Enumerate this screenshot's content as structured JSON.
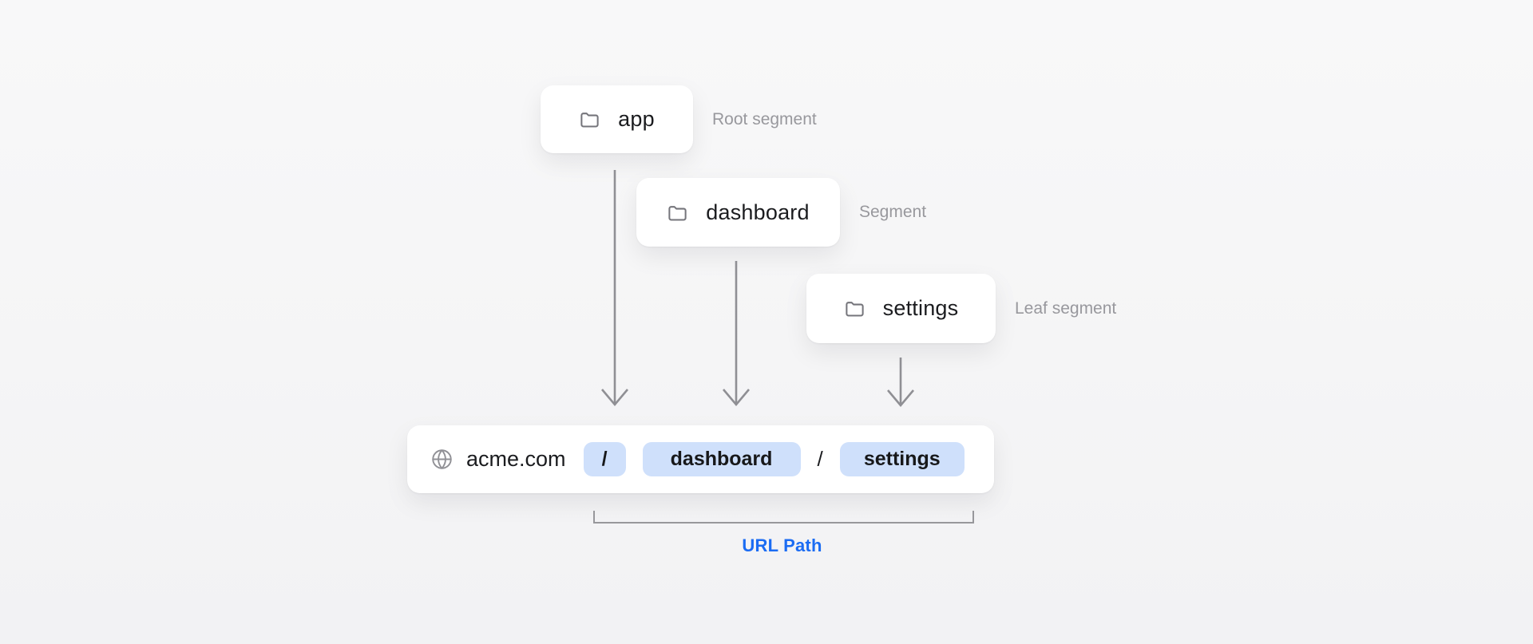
{
  "diagram": {
    "segments": [
      {
        "name": "app",
        "annotation": "Root segment",
        "icon": "folder-icon"
      },
      {
        "name": "dashboard",
        "annotation": "Segment",
        "icon": "folder-icon"
      },
      {
        "name": "settings",
        "annotation": "Leaf segment",
        "icon": "folder-icon"
      }
    ],
    "url_bar": {
      "icon": "globe-icon",
      "domain": "acme.com",
      "path_parts": [
        {
          "text": "/",
          "highlighted": true
        },
        {
          "text": "dashboard",
          "highlighted": true
        },
        {
          "text": "/",
          "highlighted": false
        },
        {
          "text": "settings",
          "highlighted": true
        }
      ]
    },
    "bracket_caption": "URL Path"
  },
  "colors": {
    "pill_background": "#cfe0fb",
    "caption_blue": "#1b6cf3",
    "arrow_gray": "#8f8f94",
    "card_text": "#1b1c1f",
    "side_label_gray": "#98989d",
    "card_background": "#ffffff"
  }
}
